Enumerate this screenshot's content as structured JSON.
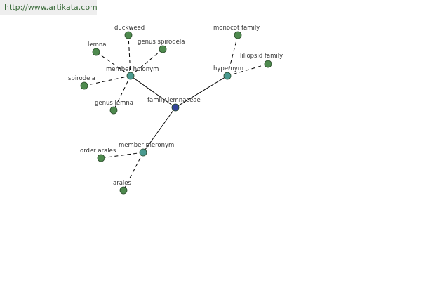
{
  "source_url": "http://www.artikata.com",
  "colors": {
    "root_node": "#34459a",
    "relation_node": "#4a9a90",
    "leaf_node": "#4e8a4e",
    "node_stroke": "#2a4a2a",
    "url_text": "#3a6b3a",
    "banner_bg": "#eeeeee"
  },
  "graph": {
    "nodes": [
      {
        "id": "family-lemnaceae",
        "label": "family lemnaceae",
        "kind": "root"
      },
      {
        "id": "member-holonym",
        "label": "member holonym",
        "kind": "relation"
      },
      {
        "id": "hypernym",
        "label": "hypernym",
        "kind": "relation"
      },
      {
        "id": "member-meronym",
        "label": "member meronym",
        "kind": "relation"
      },
      {
        "id": "duckweed",
        "label": "duckweed",
        "kind": "leaf"
      },
      {
        "id": "lemna",
        "label": "lemna",
        "kind": "leaf"
      },
      {
        "id": "genus-spirodela",
        "label": "genus spirodela",
        "kind": "leaf"
      },
      {
        "id": "spirodela",
        "label": "spirodela",
        "kind": "leaf"
      },
      {
        "id": "genus-lemna",
        "label": "genus lemna",
        "kind": "leaf"
      },
      {
        "id": "monocot-family",
        "label": "monocot family",
        "kind": "leaf"
      },
      {
        "id": "liliopsid-family",
        "label": "liliopsid family",
        "kind": "leaf"
      },
      {
        "id": "order-arales",
        "label": "order arales",
        "kind": "leaf"
      },
      {
        "id": "arales",
        "label": "arales",
        "kind": "leaf"
      }
    ],
    "edges": [
      {
        "from": "family-lemnaceae",
        "to": "member-holonym",
        "style": "solid"
      },
      {
        "from": "family-lemnaceae",
        "to": "hypernym",
        "style": "solid"
      },
      {
        "from": "family-lemnaceae",
        "to": "member-meronym",
        "style": "solid"
      },
      {
        "from": "member-holonym",
        "to": "duckweed",
        "style": "dashed"
      },
      {
        "from": "member-holonym",
        "to": "lemna",
        "style": "dashed"
      },
      {
        "from": "member-holonym",
        "to": "genus-spirodela",
        "style": "dashed"
      },
      {
        "from": "member-holonym",
        "to": "spirodela",
        "style": "dashed"
      },
      {
        "from": "member-holonym",
        "to": "genus-lemna",
        "style": "dashed"
      },
      {
        "from": "hypernym",
        "to": "monocot-family",
        "style": "dashed"
      },
      {
        "from": "hypernym",
        "to": "liliopsid-family",
        "style": "dashed"
      },
      {
        "from": "member-meronym",
        "to": "order-arales",
        "style": "dashed"
      },
      {
        "from": "member-meronym",
        "to": "arales",
        "style": "dashed"
      }
    ]
  }
}
